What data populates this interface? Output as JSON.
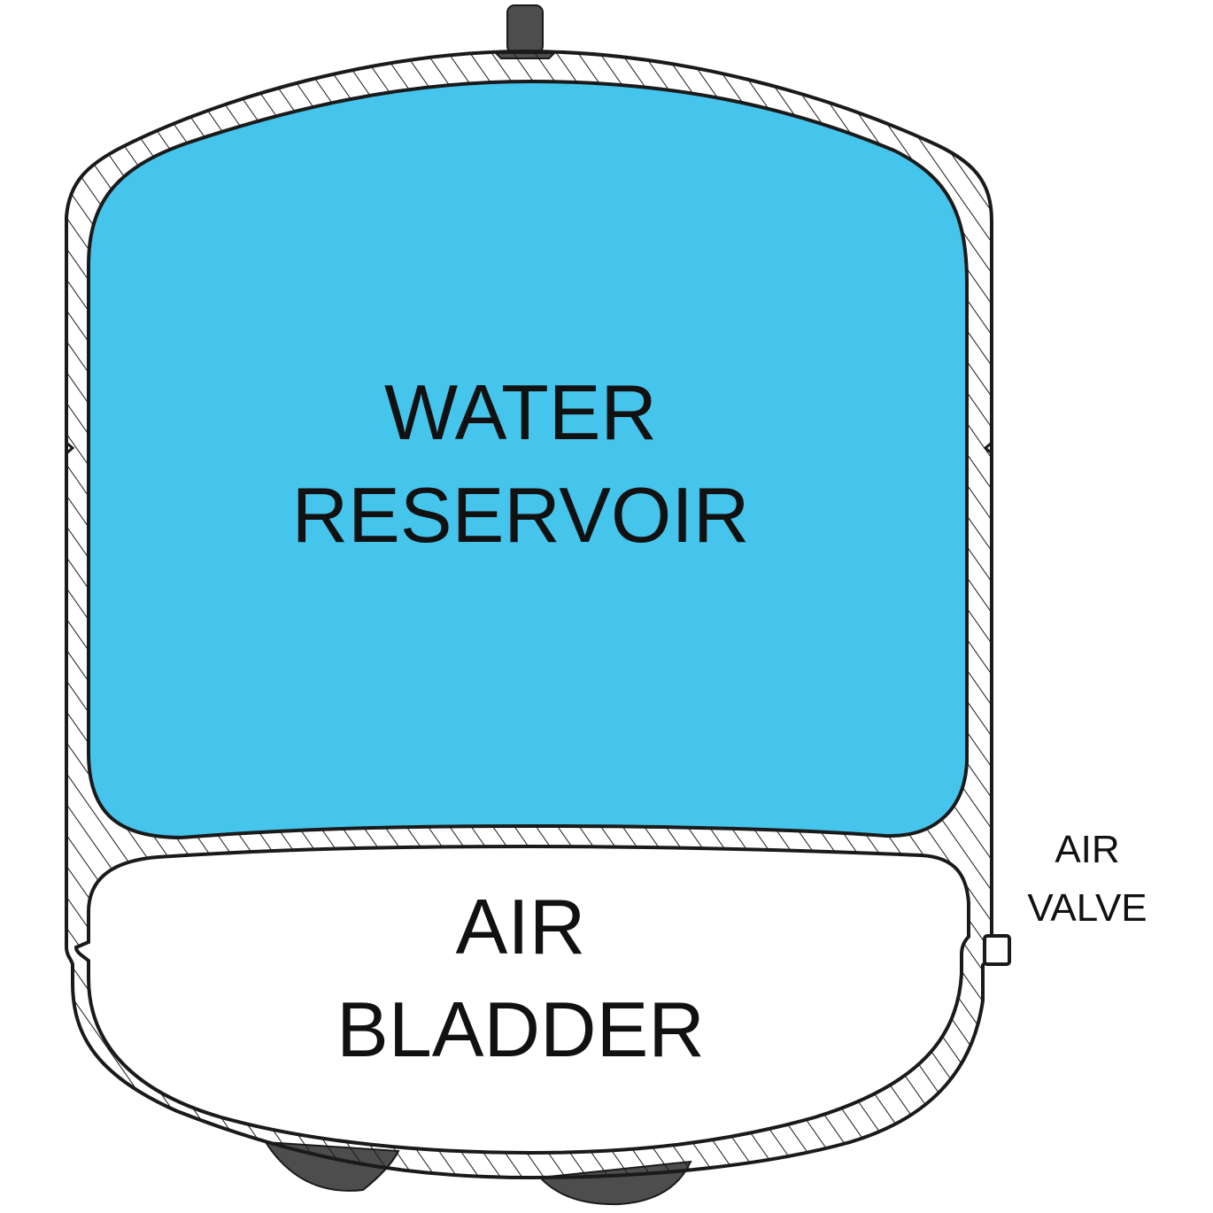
{
  "diagram": {
    "water_label": {
      "line1": "WATER",
      "line2": "RESERVOIR"
    },
    "air_label": {
      "line1": "AIR",
      "line2": "BLADDER"
    },
    "valve_label": {
      "line1": "AIR",
      "line2": "VALVE"
    },
    "colors": {
      "water": "#45C4EC",
      "outline": "#1a1a1a",
      "fitting": "#4d4d4d",
      "bladder": "#ffffff"
    }
  }
}
